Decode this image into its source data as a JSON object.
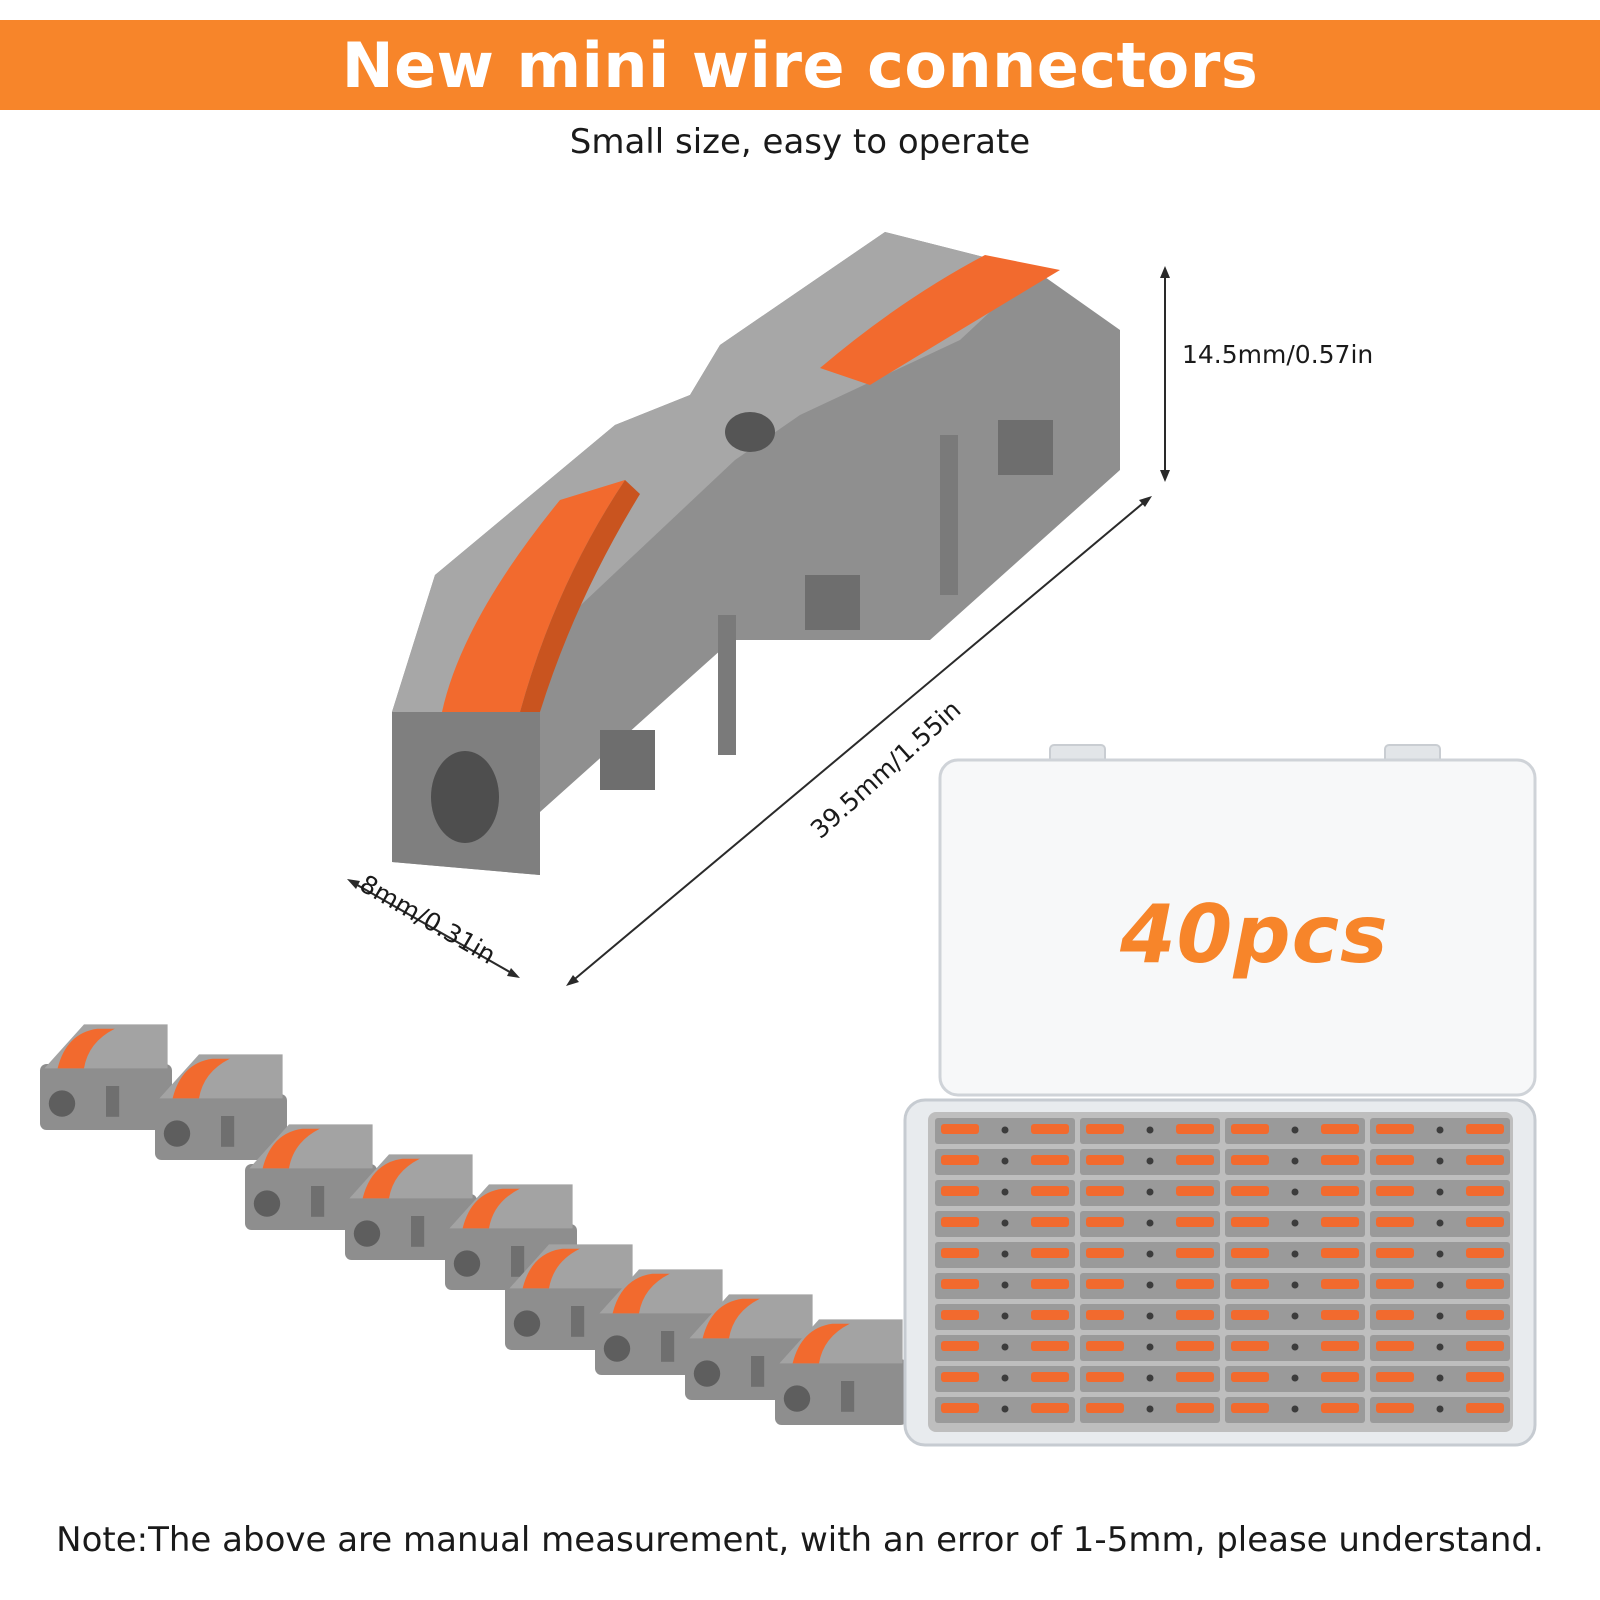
{
  "banner": {
    "title": "New mini wire connectors"
  },
  "subtitle": "Small size, easy to operate",
  "dimensions": {
    "height": "14.5mm/0.57in",
    "length": "39.5mm/1.55in",
    "width": "8mm/0.31in"
  },
  "box": {
    "count_label": "40pcs"
  },
  "note": "Note:The above are manual measurement, with an error of 1-5mm, please understand.",
  "colors": {
    "accent": "#F7852A",
    "connector_gray": "#8E8E8E",
    "lever_orange": "#F26A2E"
  }
}
